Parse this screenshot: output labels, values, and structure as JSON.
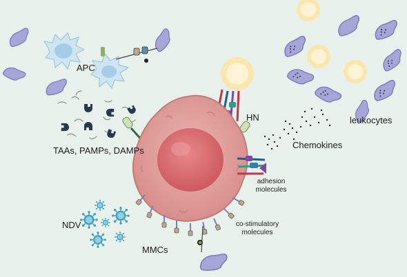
{
  "labels": {
    "apc": "APC",
    "taas": "TAAs, PAMPs, DAMPs",
    "hn": "HN",
    "chemokines": "Chemokines",
    "leukocytes": "leukocytes",
    "adhesion_line1": "adhesion",
    "adhesion_line2": "molecules",
    "costim_line1": "co-stimulatory",
    "costim_line2": "molecules",
    "ndv": "NDV",
    "mmcs": "MMCs"
  },
  "colors": {
    "background": "#e9f1ec",
    "tumor_outer": "#e2a4a0",
    "tumor_nucleus": "#d9676b",
    "leukocyte": "#a7a6d8",
    "leukocyte_outline": "#7d7cc0",
    "apc": "#cfe6f2",
    "apc_core": "#a6cde7",
    "lymphocyte_outer": "#fbe7ae",
    "lymphocyte_inner": "#fff3d6",
    "virus": "#3e9fbf",
    "antigen": "#28384d",
    "text": "#1b1b1b"
  }
}
